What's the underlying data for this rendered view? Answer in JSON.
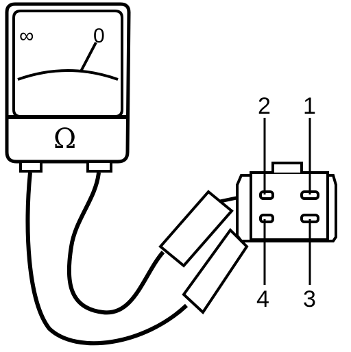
{
  "meter": {
    "scale_left": "∞",
    "scale_right": "0",
    "unit_symbol": "Ω"
  },
  "connector": {
    "pins": [
      {
        "label": "1"
      },
      {
        "label": "2"
      },
      {
        "label": "3"
      },
      {
        "label": "4"
      }
    ]
  },
  "colors": {
    "line": "#000000",
    "background": "#ffffff"
  }
}
